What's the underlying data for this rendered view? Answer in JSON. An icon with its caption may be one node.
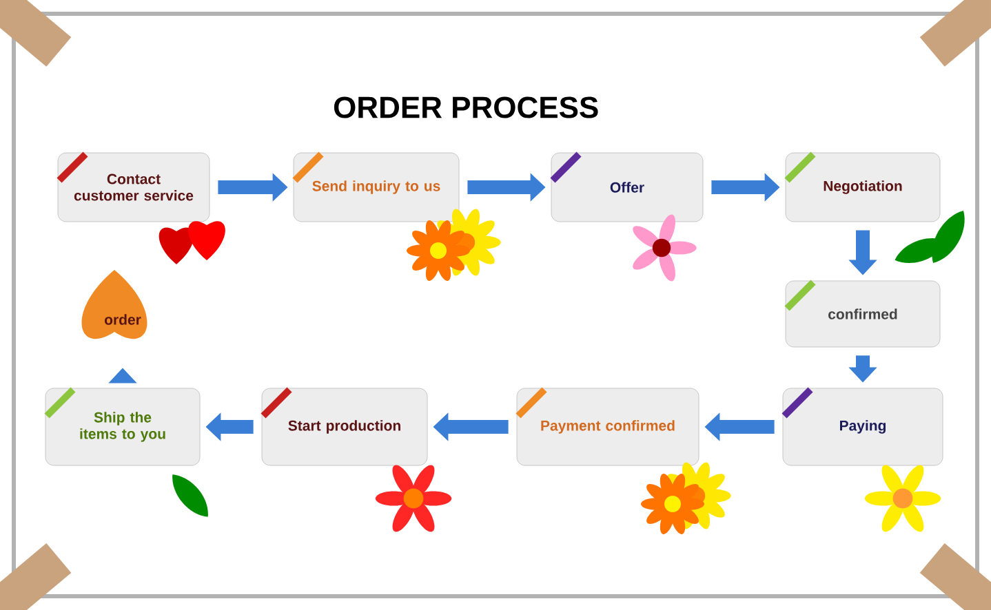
{
  "diagram": {
    "title": "ORDER PROCESS",
    "nodes": [
      {
        "text": [
          "Contact customer service"
        ]
      },
      {
        "text": [
          "Send inquiry to us"
        ]
      },
      {
        "text": [
          "Offer"
        ]
      },
      {
        "text": [
          "Negotiation"
        ]
      },
      {
        "text": [
          "confirmed"
        ]
      },
      {
        "text": [
          "Paying"
        ]
      },
      {
        "text": [
          "Payment confirmed"
        ]
      },
      {
        "text": [
          "Start production"
        ]
      },
      {
        "text": [
          "Ship the items to you"
        ]
      },
      {
        "text": [
          "order"
        ]
      }
    ],
    "edges": [
      {
        "from": 0,
        "to": 1,
        "arrow": "to"
      },
      {
        "from": 1,
        "to": 2,
        "arrow": "to"
      },
      {
        "from": 2,
        "to": 3,
        "arrow": "to"
      },
      {
        "from": 3,
        "to": 4,
        "arrow": "to"
      },
      {
        "from": 4,
        "to": 5,
        "arrow": "to"
      },
      {
        "from": 5,
        "to": 6,
        "arrow": "to"
      },
      {
        "from": 6,
        "to": 7,
        "arrow": "to"
      },
      {
        "from": 7,
        "to": 8,
        "arrow": "to"
      },
      {
        "from": 8,
        "to": 9,
        "arrow": "to"
      }
    ]
  }
}
